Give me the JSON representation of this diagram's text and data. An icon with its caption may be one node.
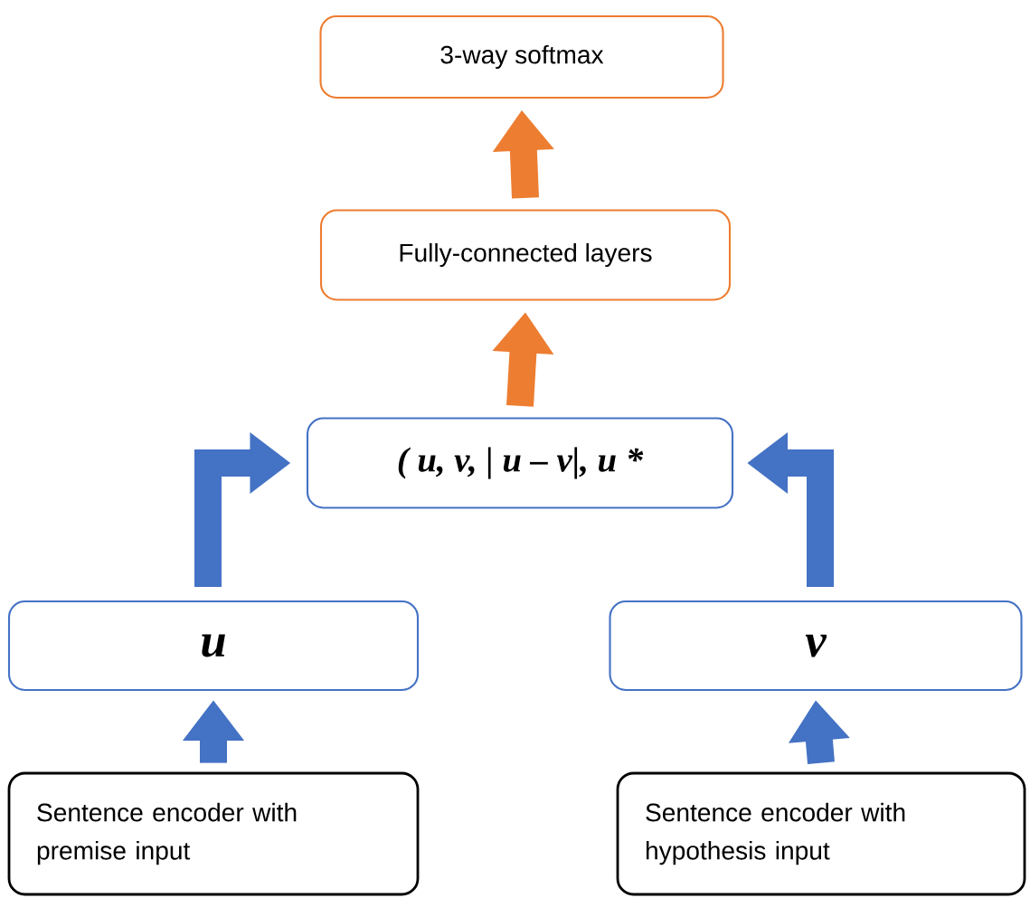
{
  "diagram": {
    "nodes": [
      {
        "text": [
          "3-way softmax"
        ]
      },
      {
        "text": [
          "Fully-connected layers"
        ]
      },
      {
        "text": [
          "( u, v, | u – v|, u *"
        ]
      },
      {
        "text": [
          "u"
        ]
      },
      {
        "text": [
          "v"
        ]
      },
      {
        "text": [
          "Sentence encoder with premise input"
        ]
      },
      {
        "text": [
          "Sentence encoder with hypothesis input"
        ]
      }
    ],
    "edges": [
      {
        "from": 5,
        "to": 3,
        "arrow": "to"
      },
      {
        "from": 6,
        "to": 4,
        "arrow": "to"
      },
      {
        "from": 3,
        "to": 2,
        "arrow": "to"
      },
      {
        "from": 4,
        "to": 2,
        "arrow": "to"
      },
      {
        "from": 2,
        "to": 1,
        "arrow": "to",
        "color": "#ed7d31"
      },
      {
        "from": 1,
        "to": 0,
        "arrow": "to",
        "color": "#ed7d31"
      }
    ]
  }
}
